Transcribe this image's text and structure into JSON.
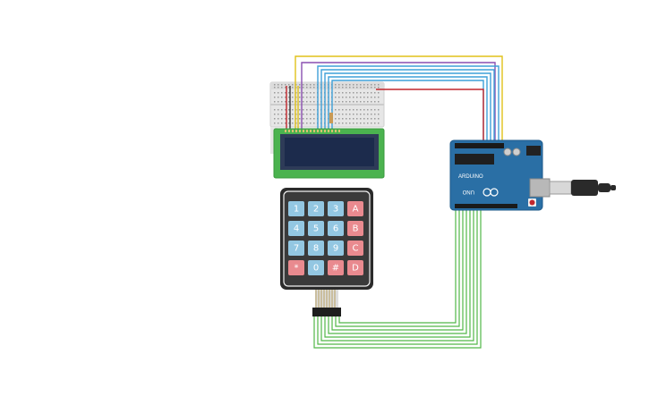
{
  "keypad": {
    "rows": [
      [
        "1",
        "2",
        "3",
        "A"
      ],
      [
        "4",
        "5",
        "6",
        "B"
      ],
      [
        "7",
        "8",
        "9",
        "C"
      ],
      [
        "*",
        "0",
        "#",
        "D"
      ]
    ],
    "colors": {
      "number_key": "#93c7e2",
      "letter_key": "#e98a8f",
      "body": "#2b2b2b"
    }
  },
  "arduino": {
    "board_label": "UNO",
    "color": "#2a6fa5"
  },
  "lcd": {
    "pcb_color": "#4bb34f",
    "screen_color": "#1c2b4c"
  },
  "wire_colors": {
    "yellow": "#e0c21a",
    "purple": "#8a4fb0",
    "blue": "#3fa0d8",
    "red": "#c2272d",
    "green": "#52b848"
  }
}
